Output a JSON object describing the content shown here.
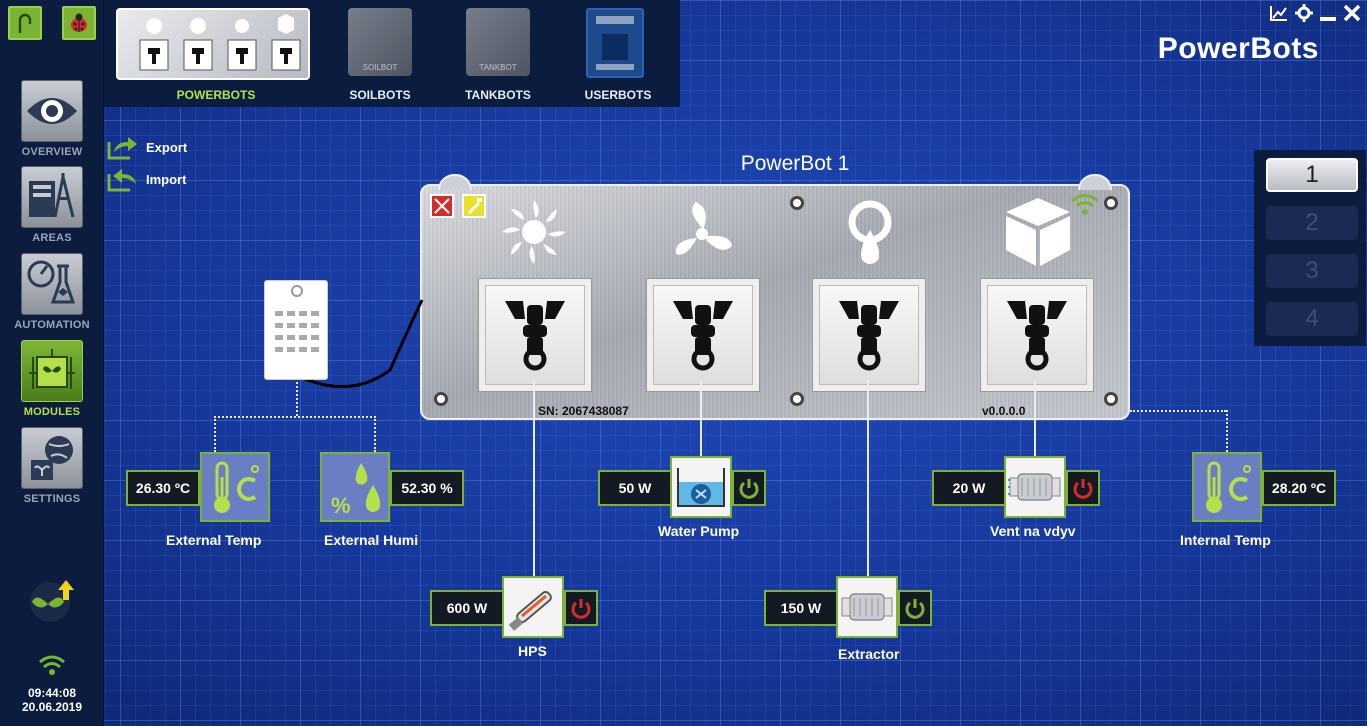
{
  "window": {
    "brand": "PowerBots"
  },
  "topbar": {
    "modules": [
      {
        "label": "POWERBOTS",
        "active": true,
        "plate_text": ""
      },
      {
        "label": "SOILBOTS",
        "active": false,
        "plate_text": "SOILBOT"
      },
      {
        "label": "TANKBOTS",
        "active": false,
        "plate_text": "TANKBOT"
      },
      {
        "label": "USERBOTS",
        "active": false,
        "plate_text": ""
      }
    ]
  },
  "sidebar": {
    "items": [
      {
        "label": "OVERVIEW",
        "icon": "eye-icon",
        "active": false
      },
      {
        "label": "AREAS",
        "icon": "areas-icon",
        "active": false
      },
      {
        "label": "AUTOMATION",
        "icon": "automation-icon",
        "active": false
      },
      {
        "label": "MODULES",
        "icon": "modules-icon",
        "active": true
      },
      {
        "label": "SETTINGS",
        "icon": "settings-icon",
        "active": false
      }
    ],
    "time": "09:44:08",
    "date": "20.06.2019"
  },
  "actions": {
    "export": "Export",
    "import": "Import"
  },
  "powerbot": {
    "title": "PowerBot 1",
    "serial": "SN: 2067438087",
    "version": "v0.0.0.0"
  },
  "bot_selector": [
    "1",
    "2",
    "3",
    "4"
  ],
  "sensors": {
    "external_temp": {
      "value": "26.30 ºC",
      "label": "External Temp"
    },
    "external_humi": {
      "value": "52.30 %",
      "label": "External Humi"
    },
    "internal_temp": {
      "value": "28.20 ºC",
      "label": "Internal Temp"
    }
  },
  "devices": {
    "hps": {
      "power": "600 W",
      "label": "HPS",
      "state": "off"
    },
    "water_pump": {
      "power": "50 W",
      "label": "Water Pump",
      "state": "on"
    },
    "extractor": {
      "power": "150 W",
      "label": "Extractor",
      "state": "on"
    },
    "vent": {
      "power": "20 W",
      "label": "Vent na vdyv",
      "state": "off"
    }
  },
  "colors": {
    "accent": "#7ab432",
    "off": "#d62b2b",
    "on": "#7ab432",
    "background": "#16379a"
  }
}
